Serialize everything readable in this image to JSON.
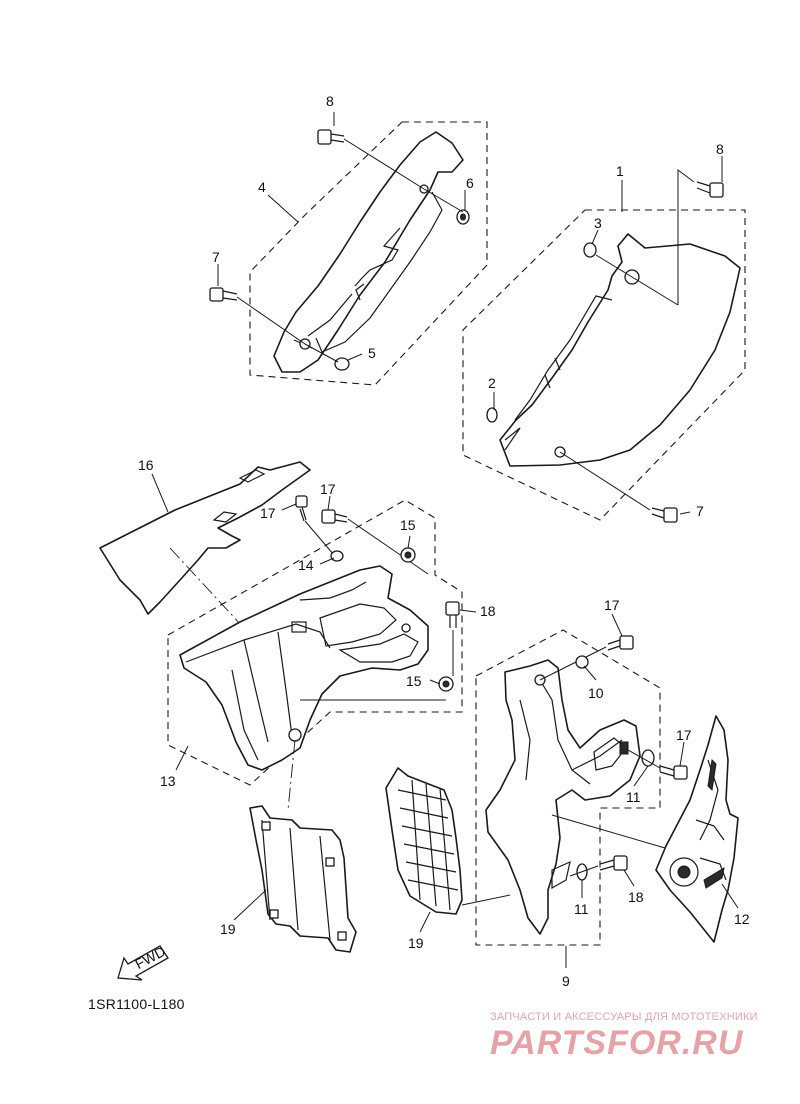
{
  "diagram": {
    "code": "1SR1100-L180",
    "fwd_label": "FWD",
    "callouts": {
      "c1": "1",
      "c2": "2",
      "c3": "3",
      "c4": "4",
      "c5": "5",
      "c6": "6",
      "c7a": "7",
      "c7b": "7",
      "c8a": "8",
      "c8b": "8",
      "c9": "9",
      "c10": "10",
      "c11a": "11",
      "c11b": "11",
      "c12": "12",
      "c13": "13",
      "c14": "14",
      "c15a": "15",
      "c15b": "15",
      "c16": "16",
      "c17a": "17",
      "c17b": "17",
      "c17c": "17",
      "c17d": "17",
      "c18a": "18",
      "c18b": "18",
      "c19a": "19",
      "c19b": "19"
    }
  },
  "watermark": {
    "tagline": "ЗАПЧАСТИ И АКСЕССУАРЫ ДЛЯ МОТОТЕХНИКИ",
    "logo": "PARTSFOR.RU"
  }
}
